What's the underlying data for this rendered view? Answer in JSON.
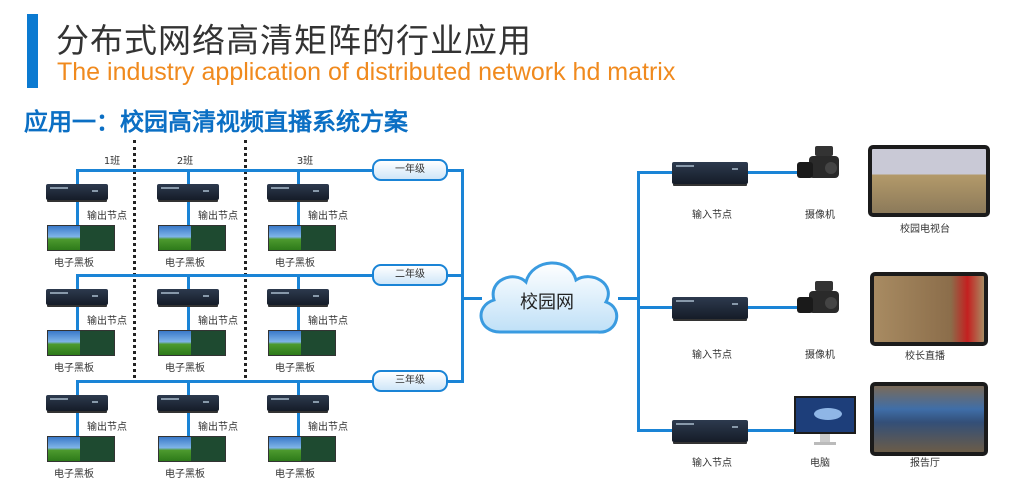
{
  "header": {
    "title": "分布式网络高清矩阵的行业应用",
    "subtitle": "The industry application of distributed network hd matrix",
    "section": "应用一：校园高清视频直播系统方案"
  },
  "colors": {
    "accent": "#0b7ad1",
    "line": "#1a84d6",
    "subtitle": "#f08a1e"
  },
  "classes": [
    "1班",
    "2班",
    "3班"
  ],
  "grades": [
    "一年级",
    "二年级",
    "三年级"
  ],
  "output_node_label": "输出节点",
  "board_label": "电子黑板",
  "cloud_label": "校园网",
  "inputs": [
    {
      "node": "输入节点",
      "source": "摄像机",
      "source_icon": "camera-icon",
      "display": "校园电视台"
    },
    {
      "node": "输入节点",
      "source": "摄像机",
      "source_icon": "camera-icon",
      "display": "校长直播"
    },
    {
      "node": "输入节点",
      "source": "电脑",
      "source_icon": "monitor-icon",
      "display": "报告厅"
    }
  ]
}
